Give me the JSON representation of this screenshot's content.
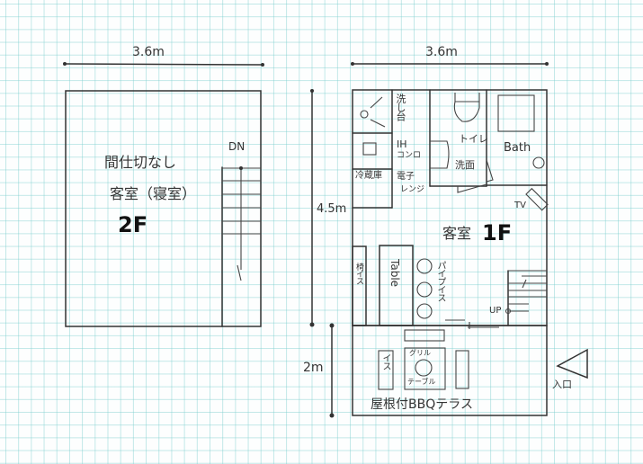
{
  "title": "Floor plan sketch: 2F and 1F with BBQ terrace",
  "floor2": {
    "width_dim": "3.6m",
    "note_line1": "間仕切なし",
    "note_line2": "客室（寝室）",
    "floor_label": "2F",
    "stair_label": "DN"
  },
  "floor1": {
    "width_dim": "3.6m",
    "depth_dim": "4.5m",
    "terrace_dim": "2m",
    "floor_label": "1F",
    "room_label": "客室",
    "rooms": {
      "sink": "洗し台",
      "ih": "IH",
      "stove": "コンロ",
      "fridge": "冷蔵庫",
      "microwave_line1": "電子",
      "microwave_line2": "レンジ",
      "toilet": "トイレ",
      "washbasin": "洗面",
      "bath": "Bath",
      "tv": "TV",
      "bench": "椅イス",
      "table": "Table",
      "pipe_chairs": "パイプイス",
      "stair_label": "UP"
    }
  },
  "terrace": {
    "label": "屋根付BBQテラス",
    "chair": "イス",
    "grill_line1": "グリル",
    "grill_line2": "テーブル",
    "entrance": "入口"
  },
  "colors": {
    "ink": "#333333",
    "grid": "#78cdcd",
    "paper": "#fdfefe"
  }
}
